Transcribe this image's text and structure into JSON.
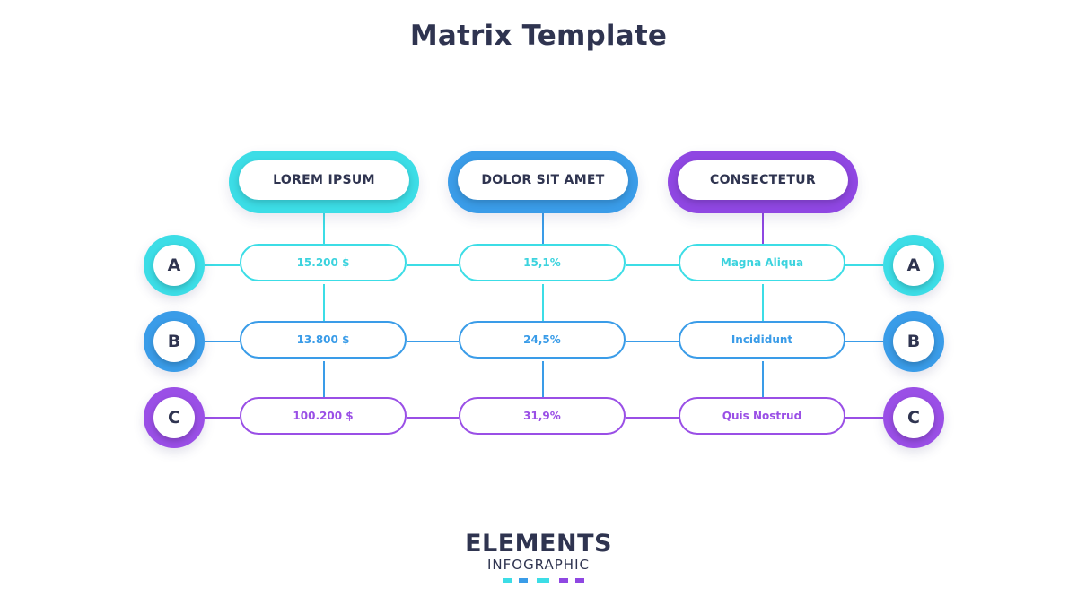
{
  "title": "Matrix Template",
  "columns": [
    {
      "label": "LOREM IPSUM",
      "color": "#3cdde6"
    },
    {
      "label": "DOLOR SIT AMET",
      "color": "#3a9ce8"
    },
    {
      "label": "CONSECTETUR",
      "color": "#8f47e2"
    }
  ],
  "rows": [
    {
      "label": "A",
      "color": "#3cdde6",
      "text_color": "#3cd3de",
      "cells": [
        "15.200  $",
        "15,1%",
        "Magna Aliqua"
      ]
    },
    {
      "label": "B",
      "color": "#3a9ce8",
      "text_color": "#3a9ce8",
      "cells": [
        "13.800 $",
        "24,5%",
        "Incididunt"
      ]
    },
    {
      "label": "C",
      "color": "#9a4fe6",
      "text_color": "#9a4fe6",
      "cells": [
        "100.200 $",
        "31,9%",
        "Quis Nostrud"
      ]
    }
  ],
  "logo": {
    "main": "ELEMENTS",
    "sub": "INFOGRAPHIC",
    "dot_colors": [
      "#3cdde6",
      "#3a9ce8",
      "#3cdde6",
      "#8f47e2",
      "#8f47e2"
    ]
  }
}
